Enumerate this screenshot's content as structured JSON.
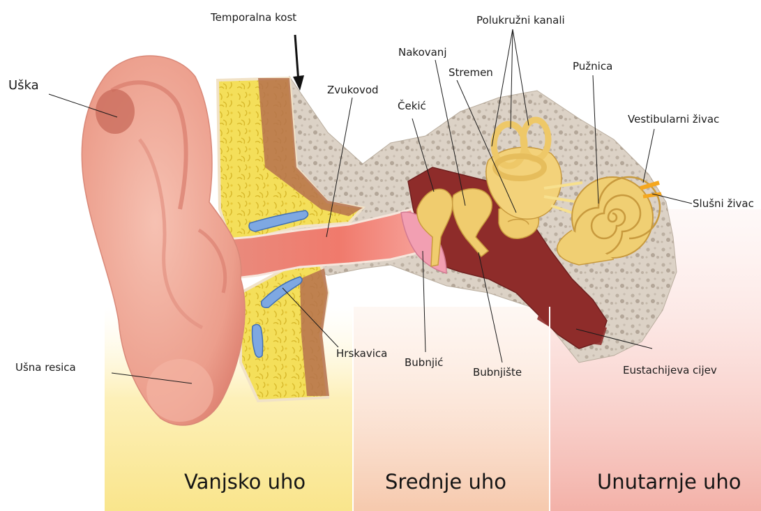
{
  "labels": {
    "temporalna_kost": "Temporalna kost",
    "polukruzni_kanali": "Polukružni kanali",
    "nakovanj": "Nakovanj",
    "stremen": "Stremen",
    "puznica": "Pužnica",
    "zvukovod": "Zvukovod",
    "cekic": "Čekić",
    "vestibularni_zivac": "Vestibularni živac",
    "slusni_zivac": "Slušni živac",
    "uska": "Uška",
    "hrskavica": "Hrskavica",
    "bubnjic": "Bubnjić",
    "bubnjiste": "Bubnjište",
    "eustachijeva_cijev": "Eustachijeva cijev",
    "usna_resica": "Ušna resica"
  },
  "regions": {
    "outer": "Vanjsko uho",
    "middle": "Srednje uho",
    "inner": "Unutarnje uho"
  },
  "colors": {
    "outer_bg": "#fbeea0",
    "middle_bg": "#f8d0b8",
    "inner_bg": "#f5b8b0",
    "skin": "#f0a898",
    "skin_dark": "#d97d6e",
    "bone": "#d8ccc0",
    "cartilage": "#f2de55",
    "ossicle": "#f0cf70",
    "cavity": "#8c2a2a",
    "blue": "#7aa6e0",
    "eardrum": "#f3a0b4"
  }
}
